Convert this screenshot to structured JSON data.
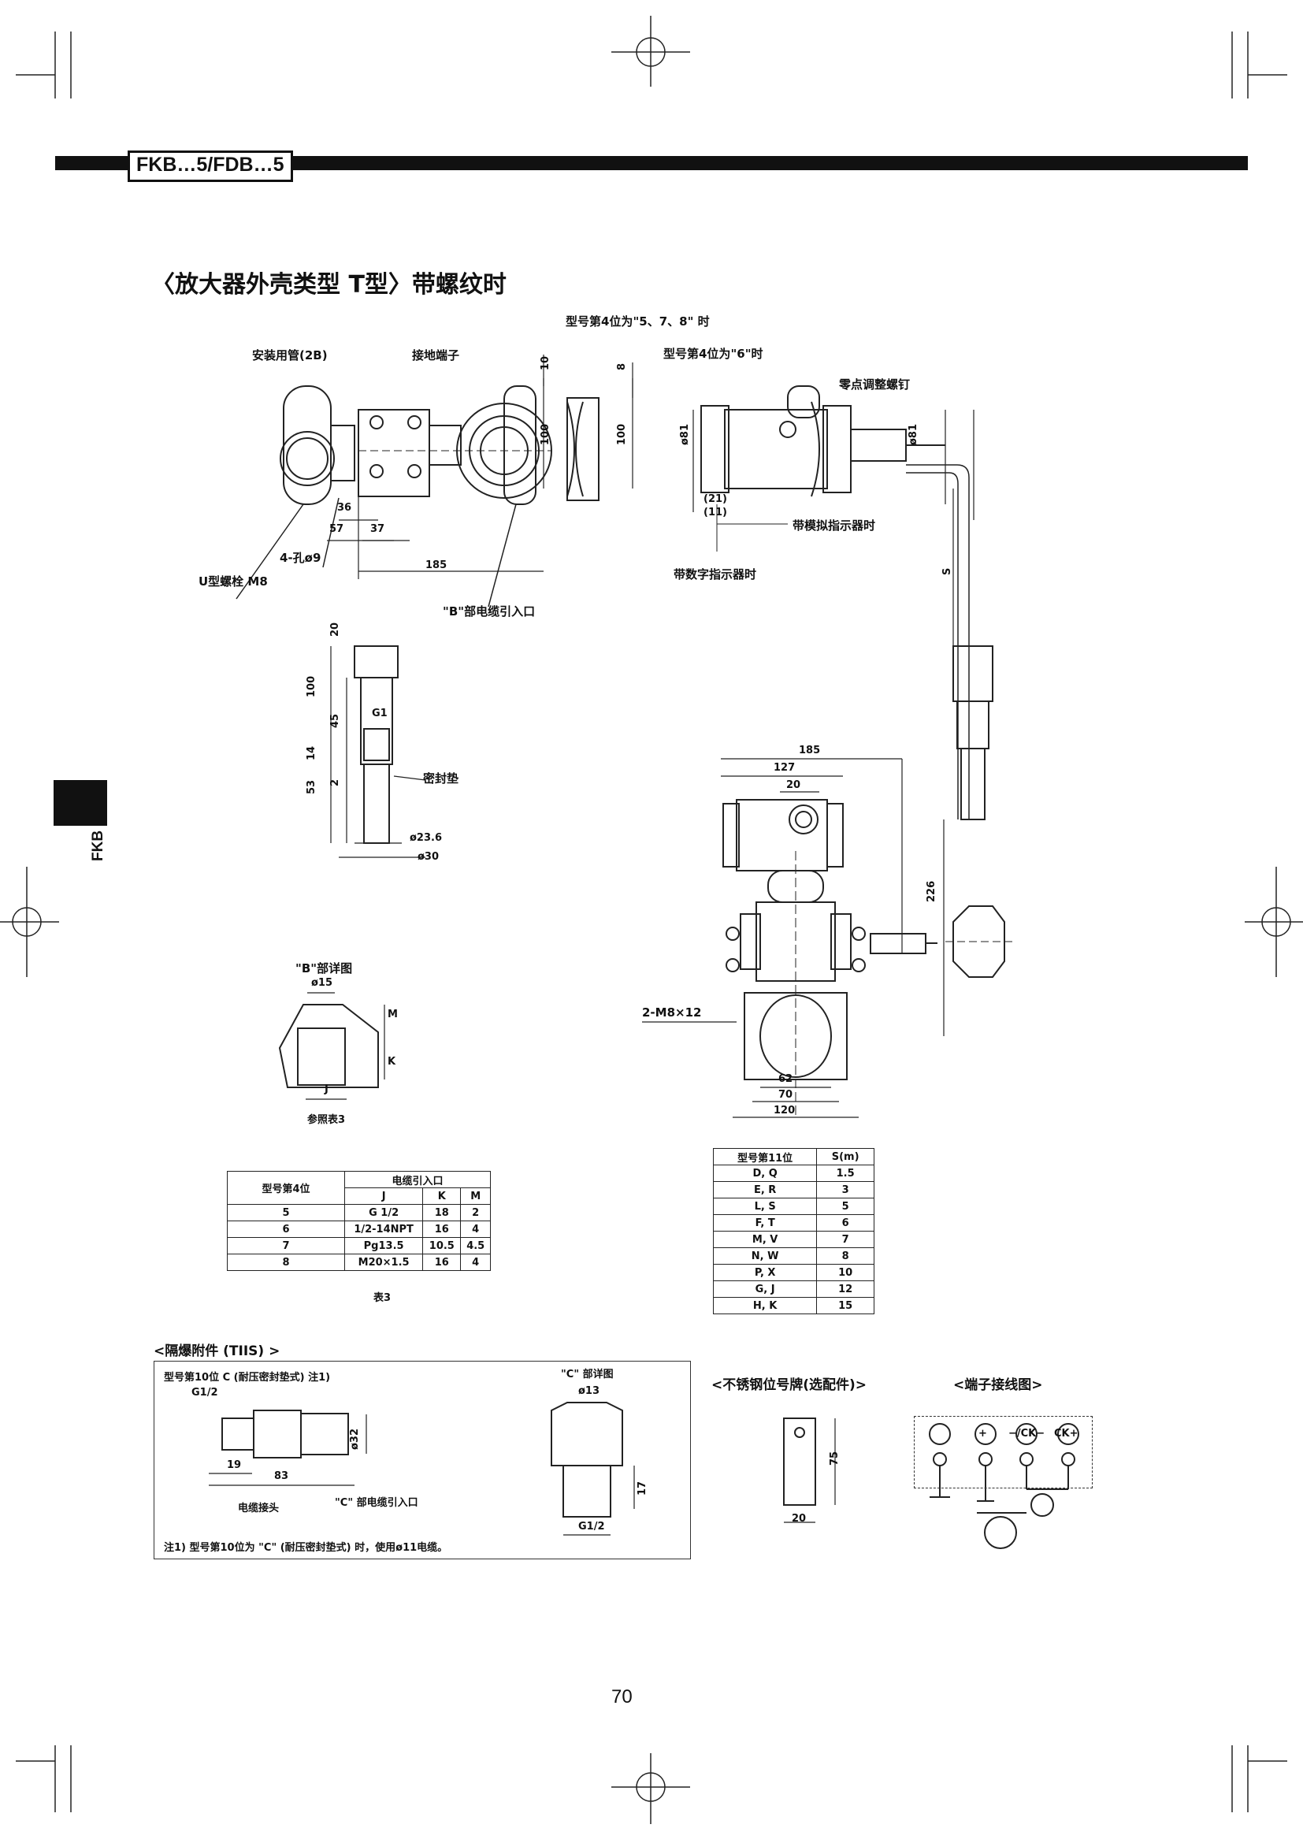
{
  "header": {
    "title": "FKB…5/FDB…5",
    "side_tab": "FKB"
  },
  "section_title": "〈放大器外壳类型 T型〉带螺纹时",
  "main_drawing": {
    "labels": {
      "pos4_578": "型号第4位为\"5、7、8\" 时",
      "pos4_6": "型号第4位为\"6\"时",
      "mount_pipe": "安装用管(2B)",
      "ground_terminal": "接地端子",
      "zero_screw": "零点调整螺钉",
      "analog_indicator": "带模拟指示器时",
      "digital_indicator": "带数字指示器时",
      "u_bolt": "U型螺栓 M8",
      "holes": "4-孔ø9",
      "cable_entry_b": "\"B\"部电缆引入口",
      "seal_gasket": "密封垫",
      "bolts": "2-M8×12"
    },
    "dims": {
      "d10": "10",
      "d8": "8",
      "d100a": "100",
      "d100b": "100",
      "d81a": "ø81",
      "d81b": "ø81",
      "d36": "36",
      "d57": "57",
      "d37": "37",
      "d185a": "185",
      "d21": "(21)",
      "d11": "(11)",
      "dS": "S",
      "d20": "20",
      "d100c": "100",
      "d45": "45",
      "dG1": "G1",
      "d14": "14",
      "d2": "2",
      "d53": "53",
      "d236": "ø23.6",
      "d30": "ø30",
      "d185b": "185",
      "d127": "127",
      "d20b": "20",
      "d226": "226",
      "d62": "62",
      "d70": "70",
      "d120": "120"
    }
  },
  "b_detail": {
    "title": "\"B\"部详图",
    "d15": "ø15",
    "M": "M",
    "K": "K",
    "J": "J",
    "note": "参照表3"
  },
  "table3": {
    "caption": "表3",
    "col_pos4": "型号第4位",
    "col_cable": "电缆引入口",
    "sub_headers": [
      "J",
      "K",
      "M"
    ],
    "rows": [
      [
        "5",
        "G 1/2",
        "18",
        "2"
      ],
      [
        "6",
        "1/2-14NPT",
        "16",
        "4"
      ],
      [
        "7",
        "Pg13.5",
        "10.5",
        "4.5"
      ],
      [
        "8",
        "M20×1.5",
        "16",
        "4"
      ]
    ]
  },
  "table_s": {
    "headers": [
      "型号第11位",
      "S(m)"
    ],
    "rows": [
      [
        "D, Q",
        "1.5"
      ],
      [
        "E, R",
        "3"
      ],
      [
        "L, S",
        "5"
      ],
      [
        "F, T",
        "6"
      ],
      [
        "M, V",
        "7"
      ],
      [
        "N, W",
        "8"
      ],
      [
        "P, X",
        "10"
      ],
      [
        "G, J",
        "12"
      ],
      [
        "H, K",
        "15"
      ]
    ]
  },
  "tiis": {
    "title": "<隔爆附件 (TIIS) >",
    "subtitle": "型号第10位 C (耐压密封垫式) 注1)",
    "g12": "G1/2",
    "d32": "ø32",
    "d19": "19",
    "d83": "83",
    "cable_joint": "电缆接头",
    "c_entry": "\"C\" 部电缆引入口",
    "c_detail_title": "\"C\" 部详图",
    "d13": "ø13",
    "d17": "17",
    "g12b": "G1/2",
    "note": "注1) 型号第10位为 \"C\" (耐压密封垫式) 时，使用ø11电缆。"
  },
  "tag_plate": {
    "title": "<不锈钢位号牌(选配件)>",
    "d75": "75",
    "d20": "20"
  },
  "terminal": {
    "title": "<端子接线图>",
    "labels": [
      "+",
      "−/CK−",
      "CK+"
    ]
  },
  "page_number": "70"
}
